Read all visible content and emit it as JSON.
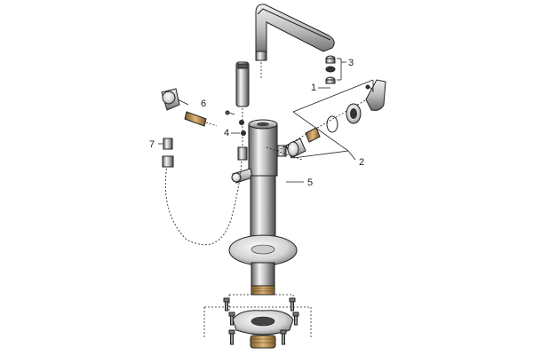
{
  "diagram": {
    "callouts": {
      "c1": "1",
      "c2": "2",
      "c3": "3",
      "c4": "4",
      "c5": "5",
      "c6": "6",
      "c7": "7"
    },
    "colors": {
      "ink": "#222222",
      "chrome_dark": "#6f6f6f",
      "chrome_mid": "#b9b9b9",
      "chrome_light": "#efefef",
      "bronze": "#b8894a",
      "background": "#ffffff"
    }
  }
}
